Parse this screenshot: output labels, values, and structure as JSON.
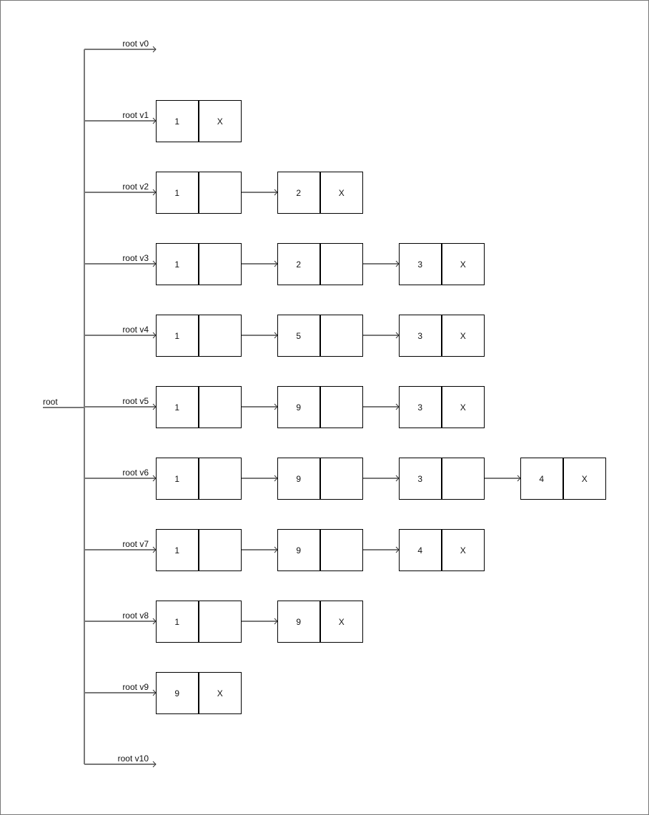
{
  "diagram": {
    "type": "persistent-linked-list-versions",
    "root_label": "root",
    "line_color": "#777777",
    "box_color": "#000000",
    "null_marker": "X",
    "versions": [
      {
        "label": "root v0",
        "nodes": []
      },
      {
        "label": "root v1",
        "nodes": [
          "1"
        ]
      },
      {
        "label": "root v2",
        "nodes": [
          "1",
          "2"
        ]
      },
      {
        "label": "root v3",
        "nodes": [
          "1",
          "2",
          "3"
        ]
      },
      {
        "label": "root v4",
        "nodes": [
          "1",
          "5",
          "3"
        ]
      },
      {
        "label": "root v5",
        "nodes": [
          "1",
          "9",
          "3"
        ]
      },
      {
        "label": "root v6",
        "nodes": [
          "1",
          "9",
          "3",
          "4"
        ]
      },
      {
        "label": "root v7",
        "nodes": [
          "1",
          "9",
          "4"
        ]
      },
      {
        "label": "root v8",
        "nodes": [
          "1",
          "9"
        ]
      },
      {
        "label": "root v9",
        "nodes": [
          "9"
        ]
      },
      {
        "label": "root v10",
        "nodes": []
      }
    ]
  }
}
